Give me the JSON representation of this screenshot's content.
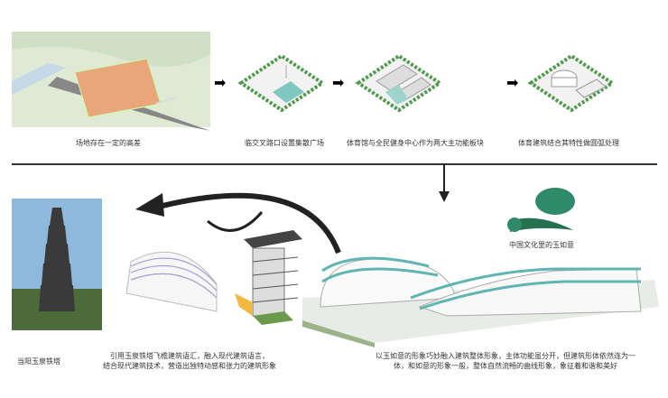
{
  "top_steps": [
    {
      "caption": "场地存在一定的高差"
    },
    {
      "caption": "临交叉路口设置集散广场"
    },
    {
      "caption": "体育馆与全民健身中心作为两大主功能板块"
    },
    {
      "caption": "体育建筑结合其特性做圆弧处理"
    }
  ],
  "bottom": {
    "tower_caption": "当阳玉泉铁塔",
    "tower_text": [
      "引用玉泉铁塔飞檐建筑语汇，融入现代建筑语言，",
      "结合现代建筑技术，营造出独特动感和张力的建筑形象"
    ],
    "jade_caption": "中国文化里的玉如意",
    "main_text": [
      "以玉如意的形象巧妙融入建筑整体形象，主体功能虽分开，但建筑形体依然连为一",
      "体，和如意的形象一般，整体自然流畅的曲线形象，象征着和谐和美好"
    ]
  },
  "colors": {
    "site": "#e8a67a",
    "tree": "#4e9a4a",
    "jade": "#2f8a6a",
    "teal": "#5fb5b0"
  }
}
